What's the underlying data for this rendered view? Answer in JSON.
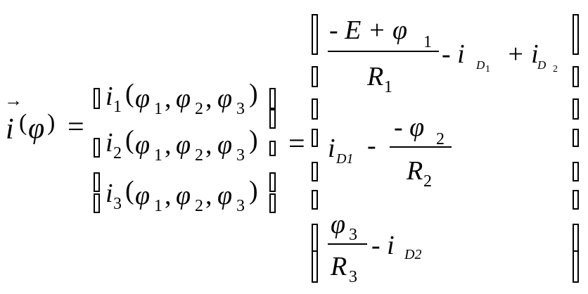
{
  "lhs": {
    "arrow": "→",
    "i": "i",
    "open_paren": "(",
    "phi": "φ",
    "close_paren": ")",
    "equals": "="
  },
  "vector": {
    "rows": [
      {
        "i": "i",
        "idx": "1"
      },
      {
        "i": "i",
        "idx": "2"
      },
      {
        "i": "i",
        "idx": "3"
      }
    ],
    "args": {
      "open": "(",
      "phi": "φ",
      "s1": "1",
      "s2": "2",
      "s3": "3",
      "comma": ",",
      "close": ")"
    }
  },
  "equals2": "=",
  "matrix": {
    "row1": {
      "num": "- E + φ",
      "num_sub": "1",
      "den": "R",
      "den_sub": "1",
      "tail": "-  i",
      "tail_sub": "D",
      "tail_subsub": "1",
      "plus": "+ i",
      "plus_sub": "D",
      "plus_subsub": "2"
    },
    "row2": {
      "lead": "i",
      "lead_sub": "D1",
      "minus": "-",
      "num": "- φ",
      "num_sub": "2",
      "den": "R",
      "den_sub": "2"
    },
    "row3": {
      "num": "φ",
      "num_sub": "3",
      "den": "R",
      "den_sub": "3",
      "tail": "-  i",
      "tail_sub": "D2"
    }
  }
}
